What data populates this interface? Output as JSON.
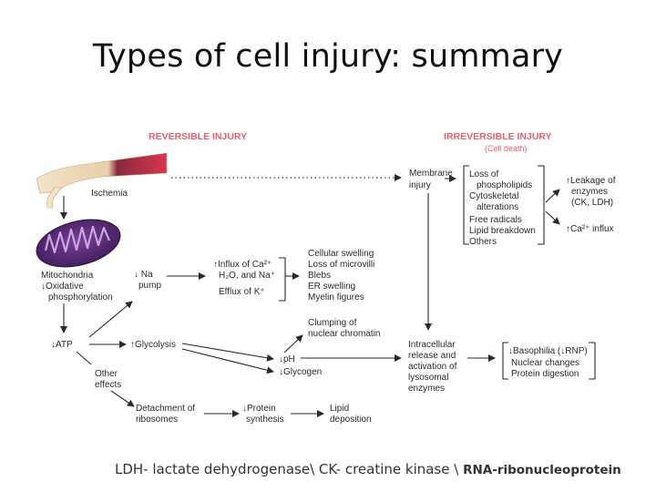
{
  "title": "Types of cell injury: summary",
  "footer": {
    "part1": "LDH- lactate dehydrogenase\\ CK- creatine kinase \\ ",
    "part2": "RNA-ribonucleoprotein"
  },
  "diagram": {
    "header_reversible": "REVERSIBLE INJURY",
    "header_irreversible": "IRREVERSIBLE INJURY",
    "header_irreversible_sub": "(Cell death)",
    "ischemia": "Ischemia",
    "mito": [
      "Mitochondria",
      "↓Oxidative",
      "phosphorylation"
    ],
    "na_pump": [
      "↓ Na",
      "pump"
    ],
    "influx": [
      "↑Influx of Ca²⁺",
      "H₂O, and Na⁺",
      "Efflux of K⁺"
    ],
    "swelling": [
      "Cellular swelling",
      "Loss of microvilli",
      "Blebs",
      "ER swelling",
      "Myelin figures"
    ],
    "clumping": [
      "Clumping of",
      "nuclear chromatin"
    ],
    "membrane_injury": [
      "Membrane",
      "injury"
    ],
    "loss_list": [
      "Loss of",
      "phospholipids",
      "Cytoskeletal",
      "alterations",
      "Free radicals",
      "Lipid breakdown",
      "Others"
    ],
    "leakage": [
      "↑Leakage of",
      "enzymes",
      "(CK, LDH)"
    ],
    "ca_influx": "↑Ca²⁺ influx",
    "atp": "↓ATP",
    "glycolysis": "↑Glycolysis",
    "ph": "↓pH",
    "glycogen": "↓Glycogen",
    "other_effects": [
      "Other",
      "effects"
    ],
    "intracellular": [
      "Intracellular",
      "release and",
      "activation of",
      "lysosomal",
      "enzymes"
    ],
    "basophilia": "↓Basophilia (↓RNP)",
    "nuclear_changes": "Nuclear changes",
    "protein_digestion": "Protein digestion",
    "detachment": [
      "Detachment of",
      "ribosomes"
    ],
    "protein_synthesis": [
      "↓Protein",
      "synthesis"
    ],
    "lipid_deposition": [
      "Lipid",
      "deposition"
    ]
  }
}
